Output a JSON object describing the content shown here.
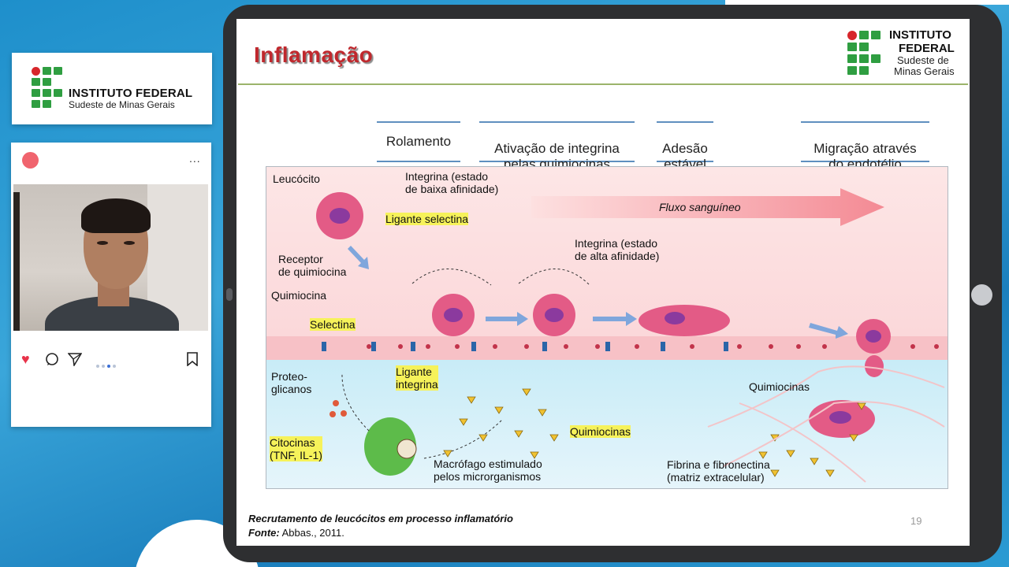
{
  "brand": {
    "name": "INSTITUTO FEDERAL",
    "subtitle": "Sudeste de Minas Gerais",
    "slide_name_line1": "INSTITUTO",
    "slide_name_line2": "FEDERAL",
    "slide_sub_line1": "Sudeste de",
    "slide_sub_line2": "Minas Gerais",
    "colors": {
      "green": "#2f9e41",
      "red": "#d7262b"
    }
  },
  "social": {
    "more_label": "...",
    "icons": [
      "heart-icon",
      "comment-icon",
      "send-icon",
      "bookmark-icon"
    ],
    "carousel_dots": 4,
    "active_dot": 2
  },
  "slide": {
    "title": "Inflamação",
    "stages": [
      "Rolamento",
      "Ativação de integrina\npelas quimiocinas",
      "Adesão\nestável",
      "Migração através\ndo endotélio"
    ],
    "figure_labels": {
      "leucocito": "Leucócito",
      "integrina_baixa": "Integrina (estado\nde baixa afinidade)",
      "ligante_selectina": "Ligante selectina",
      "fluxo": "Fluxo sanguíneo",
      "receptor": "Receptor\nde quimiocina",
      "integrina_alta": "Integrina (estado\nde alta afinidade)",
      "quimiocina": "Quimiocina",
      "selectina": "Selectina",
      "proteoglicanos": "Proteo-\nglicanos",
      "ligante_integrina": "Ligante\nintegrina",
      "quimiocinas_right": "Quimiocinas",
      "quimiocinas_mid": "Quimiocinas",
      "citocinas": "Citocinas\n(TNF, IL-1)",
      "macrofago": "Macrófago estimulado\npelos microrganismos",
      "fibrina": "Fibrina e fibronectina\n(matriz extracelular)"
    },
    "caption": "Recrutamento de leucócitos em processo inflamatório",
    "source_label": "Fonte:",
    "source_text": " Abbas., 2011.",
    "page_number": "19"
  }
}
